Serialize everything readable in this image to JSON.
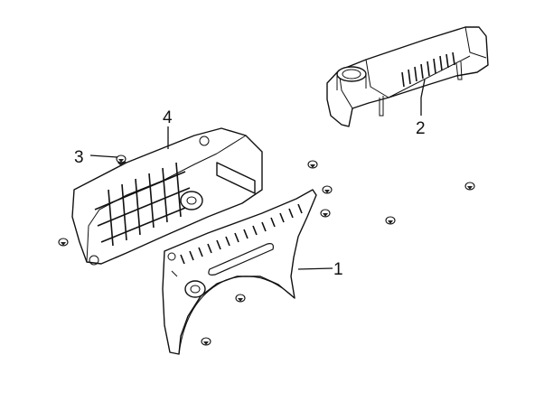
{
  "diagram": {
    "type": "exploded-parts-view",
    "callouts": [
      {
        "id": "1",
        "label": "1"
      },
      {
        "id": "2",
        "label": "2"
      },
      {
        "id": "3",
        "label": "3"
      },
      {
        "id": "4",
        "label": "4"
      }
    ],
    "parts": [
      {
        "callout": "1",
        "name": "front-guard"
      },
      {
        "callout": "2",
        "name": "top-cover"
      },
      {
        "callout": "3",
        "name": "screw"
      },
      {
        "callout": "4",
        "name": "rear-guard"
      }
    ],
    "colors": {
      "line": "#111111",
      "fill": "#ffffff"
    }
  }
}
